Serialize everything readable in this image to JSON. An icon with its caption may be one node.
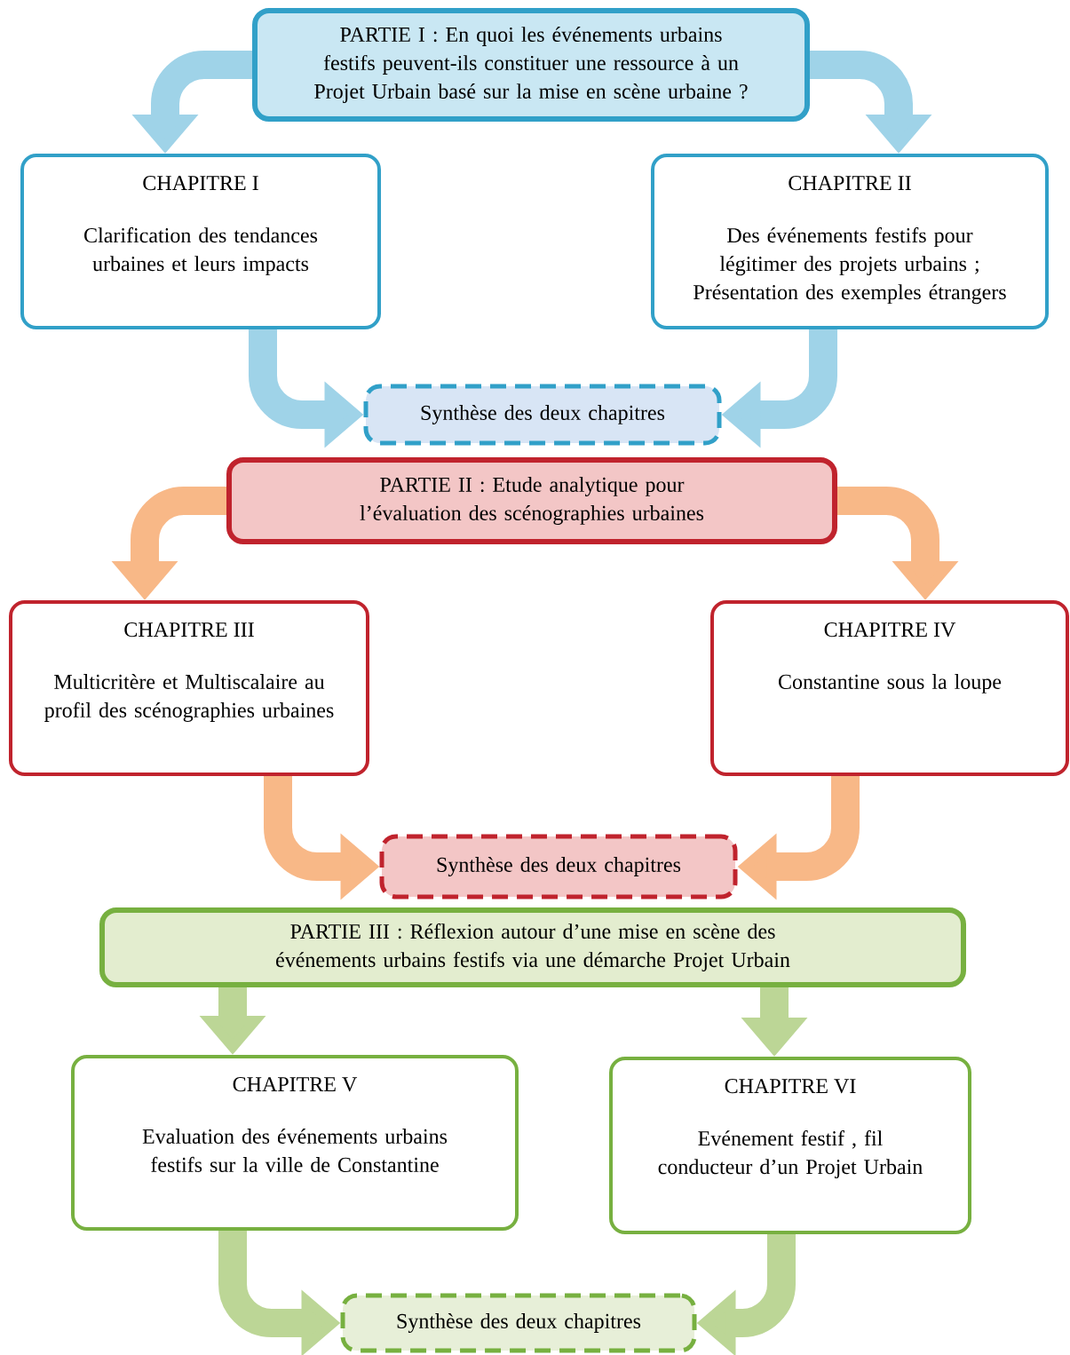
{
  "diagram": {
    "nodes": [
      {
        "text": [
          "PARTIE I : En quoi les événements urbains festifs peuvent-ils constituer une ressource à un Projet Urbain basé sur la mise en scène urbaine ?"
        ]
      },
      {
        "text": [
          "CHAPITRE I",
          "Clarification des tendances urbaines et leurs impacts"
        ]
      },
      {
        "text": [
          "CHAPITRE II",
          "Des événements festifs pour légitimer des projets urbains ; Présentation des exemples étrangers"
        ]
      },
      {
        "text": [
          "Synthèse des deux chapitres"
        ]
      },
      {
        "text": [
          "PARTIE II : Etude analytique pour l’évaluation des scénographies urbaines"
        ]
      },
      {
        "text": [
          "CHAPITRE III",
          "Multicritère et Multiscalaire au profil des scénographies urbaines"
        ]
      },
      {
        "text": [
          "CHAPITRE IV",
          "Constantine sous la loupe"
        ]
      },
      {
        "text": [
          "Synthèse des deux chapitres"
        ]
      },
      {
        "text": [
          "PARTIE III : Réflexion autour d’une mise en scène des événements urbains festifs via une démarche Projet Urbain"
        ]
      },
      {
        "text": [
          "CHAPITRE V",
          "Evaluation des événements urbains festifs sur la ville de Constantine"
        ]
      },
      {
        "text": [
          "CHAPITRE VI",
          "Evénement festif , fil conducteur d’un Projet Urbain"
        ]
      },
      {
        "text": [
          "Synthèse des deux chapitres"
        ]
      }
    ],
    "edges": [
      {
        "from": 0,
        "to": 1,
        "arrow": "to",
        "color": "#9fd3e8"
      },
      {
        "from": 0,
        "to": 2,
        "arrow": "to",
        "color": "#9fd3e8"
      },
      {
        "from": 1,
        "to": 3,
        "arrow": "to",
        "color": "#9fd3e8"
      },
      {
        "from": 2,
        "to": 3,
        "arrow": "to",
        "color": "#9fd3e8"
      },
      {
        "from": 4,
        "to": 5,
        "arrow": "to",
        "color": "#f8b887"
      },
      {
        "from": 4,
        "to": 6,
        "arrow": "to",
        "color": "#f8b887"
      },
      {
        "from": 5,
        "to": 7,
        "arrow": "to",
        "color": "#f8b887"
      },
      {
        "from": 6,
        "to": 7,
        "arrow": "to",
        "color": "#f8b887"
      },
      {
        "from": 8,
        "to": 9,
        "arrow": "to",
        "color": "#bcd696"
      },
      {
        "from": 8,
        "to": 10,
        "arrow": "to",
        "color": "#bcd696"
      },
      {
        "from": 9,
        "to": 11,
        "arrow": "to",
        "color": "#bcd696"
      },
      {
        "from": 10,
        "to": 11,
        "arrow": "to",
        "color": "#bcd696"
      }
    ]
  }
}
